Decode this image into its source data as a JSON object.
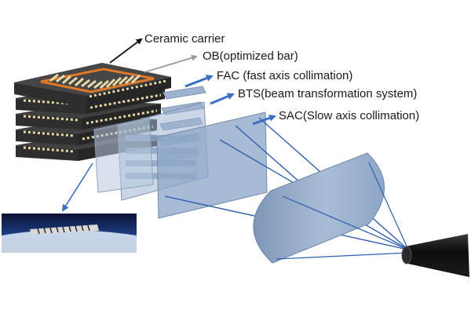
{
  "labels": {
    "ceramic_carrier": "Ceramic carrier",
    "ob": "OB(optimized bar)",
    "fac": "FAC (fast axis collimation)",
    "bts": "BTS(beam transformation system)",
    "sac": "SAC(Slow axis collimation)"
  },
  "colors": {
    "carrier": "#3a3a3a",
    "carrier_top": "#4a4a4a",
    "bar_frame": "#e0782a",
    "emitter": "#e8d9a8",
    "optic": "#8fa8c8",
    "beam": "#2f5fb0",
    "arrow_black": "#111111",
    "arrow_gray": "#9a9a9a",
    "arrow_blue": "#3a6fc4",
    "fiber": "#141414"
  },
  "icons": {
    "laser_stack": "stacked-laser-bars",
    "inset": "bar-closeup-photo",
    "fiber": "optical-fiber"
  }
}
